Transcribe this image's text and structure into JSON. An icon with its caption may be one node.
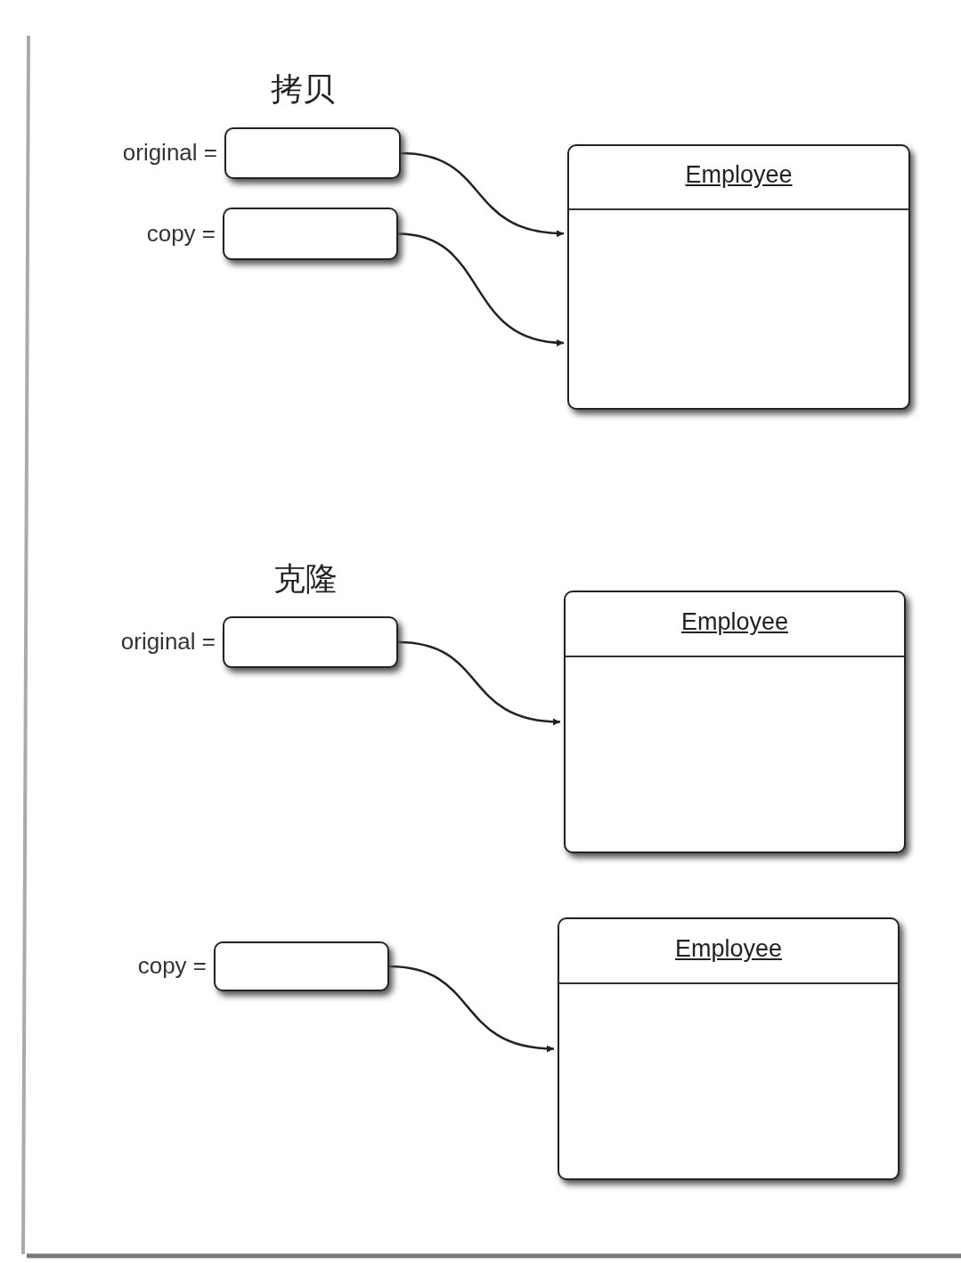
{
  "diagram": {
    "nodes": [
      {
        "text": [],
        "shape": "box",
        "beside": [
          "original ="
        ]
      },
      {
        "text": [],
        "shape": "box",
        "beside": [
          "copy ="
        ]
      },
      {
        "text": [
          "Employee"
        ]
      },
      {
        "text": [],
        "shape": "box",
        "beside": [
          "original ="
        ]
      },
      {
        "text": [
          "Employee"
        ]
      },
      {
        "text": [],
        "shape": "box",
        "beside": [
          "copy ="
        ]
      },
      {
        "text": [
          "Employee"
        ]
      }
    ],
    "edges": [
      {
        "from": 0,
        "to": 2,
        "arrow": "to"
      },
      {
        "from": 1,
        "to": 2,
        "arrow": "to"
      },
      {
        "from": 3,
        "to": 4,
        "arrow": "to"
      },
      {
        "from": 5,
        "to": 6,
        "arrow": "to"
      }
    ],
    "labels": [
      "拷贝",
      "克隆"
    ]
  }
}
